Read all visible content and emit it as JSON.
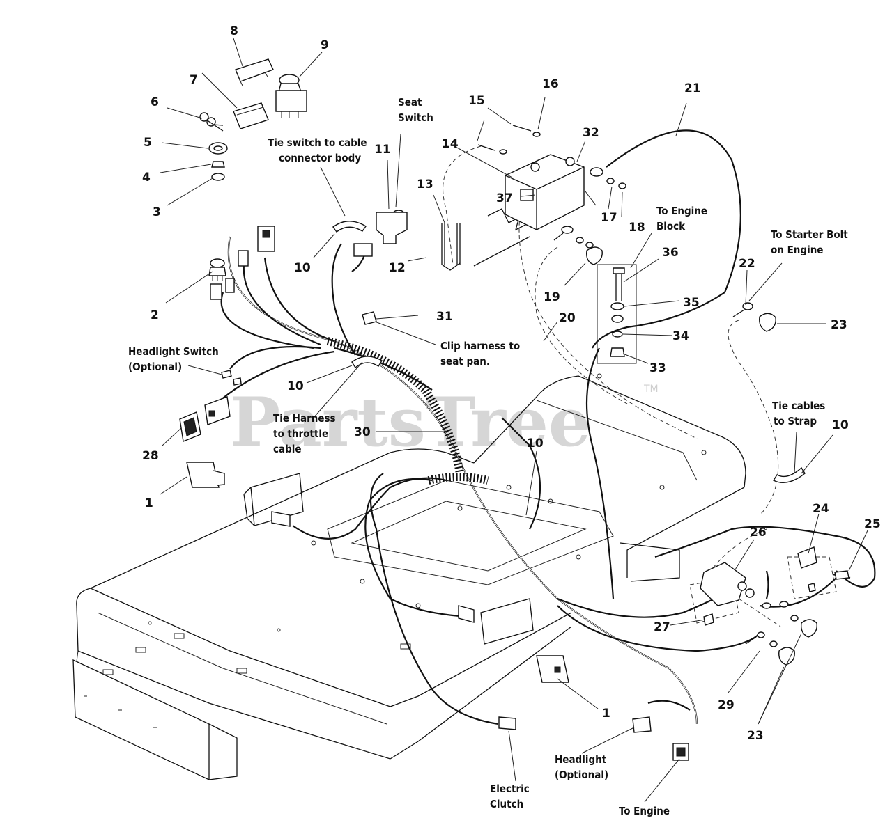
{
  "watermark": {
    "text": "PartsTree",
    "trademark": "TM"
  },
  "callouts": {
    "n1a": "1",
    "n1b": "1",
    "n2": "2",
    "n3": "3",
    "n4": "4",
    "n5": "5",
    "n6": "6",
    "n7": "7",
    "n8": "8",
    "n9": "9",
    "n10a": "10",
    "n10b": "10",
    "n10c": "10",
    "n10d": "10",
    "n11": "11",
    "n12": "12",
    "n13": "13",
    "n14": "14",
    "n15": "15",
    "n16": "16",
    "n17": "17",
    "n18": "18",
    "n19": "19",
    "n20": "20",
    "n21": "21",
    "n22": "22",
    "n23a": "23",
    "n23b": "23",
    "n24": "24",
    "n25": "25",
    "n26": "26",
    "n27": "27",
    "n28": "28",
    "n29": "29",
    "n30": "30",
    "n31": "31",
    "n32": "32",
    "n33": "33",
    "n34": "34",
    "n35": "35",
    "n36": "36",
    "n37": "37"
  },
  "labels": {
    "seat_switch": [
      "Seat",
      "Switch"
    ],
    "tie_switch": [
      "Tie switch to cable",
      "connector body"
    ],
    "to_engine_block": [
      "To Engine",
      "Block"
    ],
    "to_starter_bolt": [
      "To Starter Bolt",
      "on Engine"
    ],
    "clip_harness": [
      "Clip harness to",
      "seat pan."
    ],
    "headlight_switch": [
      "Headlight Switch",
      "(Optional)"
    ],
    "tie_harness": [
      "Tie Harness",
      "to throttle",
      "cable"
    ],
    "tie_cables": [
      "Tie cables",
      "to Strap"
    ],
    "headlight": [
      "Headlight",
      "(Optional)"
    ],
    "electric_clutch": [
      "Electric",
      "Clutch"
    ],
    "to_engine": "To Engine"
  }
}
